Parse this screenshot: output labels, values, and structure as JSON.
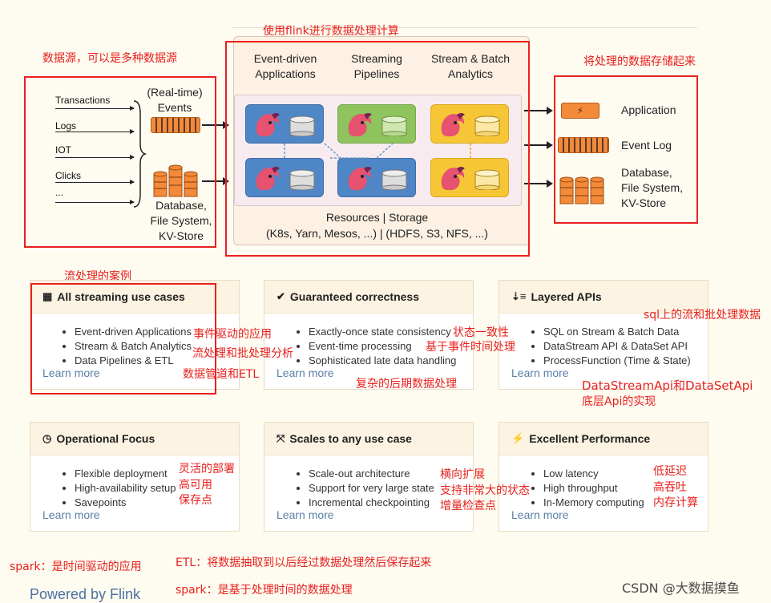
{
  "diagram": {
    "sources": [
      "Transactions",
      "Logs",
      "IOT",
      "Clicks",
      "..."
    ],
    "realtime_events": "(Real-time)\nEvents",
    "storage_source": "Database,\nFile System,\nKV-Store",
    "app_types": [
      "Event-driven\nApplications",
      "Streaming\nPipelines",
      "Stream & Batch\nAnalytics"
    ],
    "resources": "Resources | Storage",
    "resources_detail": "(K8s, Yarn, Mesos, ...) | (HDFS, S3, NFS, ...)",
    "outputs": [
      "Application",
      "Event Log",
      "Database,\nFile System,\nKV-Store"
    ]
  },
  "annotations": {
    "flink_compute": "使用flink进行数据处理计算",
    "data_sources": "数据源，可以是多种数据源",
    "store_results": "将处理的数据存储起来",
    "use_cases": "流处理的案例",
    "event_driven": "事件驱动的应用",
    "stream_batch": "流处理和批处理分析",
    "pipelines_etl": "数据管道和ETL",
    "state_consistency": "状态一致性",
    "event_time": "基于事件时间处理",
    "late_data": "复杂的后期数据处理",
    "sql_stream_batch": "sql上的流和批处理数据",
    "datastream_api": "DataStreamApi和DataSetApi",
    "low_level_api": "底层Api的实现",
    "flexible": "灵活的部署",
    "ha": "高可用",
    "savepoint": "保存点",
    "scale_out": "横向扩展",
    "large_state": "支持非常大的状态",
    "incremental": "增量检查点",
    "low_latency": "低延迟",
    "throughput": "高吞吐",
    "in_memory": "内存计算",
    "spark_time": "spark：是时间驱动的应用",
    "etl_def": "ETL：将数据抽取到以后经过数据处理然后保存起来",
    "spark_processing": "spark：是基于处理时间的数据处理"
  },
  "cards": [
    {
      "title": "All streaming use cases",
      "icon": "grid-icon",
      "items": [
        "Event-driven Applications",
        "Stream & Batch Analytics",
        "Data Pipelines & ETL"
      ],
      "link": "Learn more"
    },
    {
      "title": "Guaranteed correctness",
      "icon": "check-icon",
      "items": [
        "Exactly-once state consistency",
        "Event-time processing",
        "Sophisticated late data handling"
      ],
      "link": "Learn more"
    },
    {
      "title": "Layered APIs",
      "icon": "sort-icon",
      "items": [
        "SQL on Stream & Batch Data",
        "DataStream API & DataSet API",
        "ProcessFunction (Time & State)"
      ],
      "link": "Learn more"
    },
    {
      "title": "Operational Focus",
      "icon": "dashboard-icon",
      "items": [
        "Flexible deployment",
        "High-availability setup",
        "Savepoints"
      ],
      "link": "Learn more"
    },
    {
      "title": "Scales to any use case",
      "icon": "expand-icon",
      "items": [
        "Scale-out architecture",
        "Support for very large state",
        "Incremental checkpointing"
      ],
      "link": "Learn more"
    },
    {
      "title": "Excellent Performance",
      "icon": "bolt-icon",
      "items": [
        "Low latency",
        "High throughput",
        "In-Memory computing"
      ],
      "link": "Learn more"
    }
  ],
  "footer": {
    "powered_by": "Powered by Flink",
    "watermark": "CSDN @大数据摸鱼"
  },
  "colors": {
    "annotation": "#e8211d",
    "link": "#5b7fa6",
    "card_header": "#fcf3e2"
  }
}
